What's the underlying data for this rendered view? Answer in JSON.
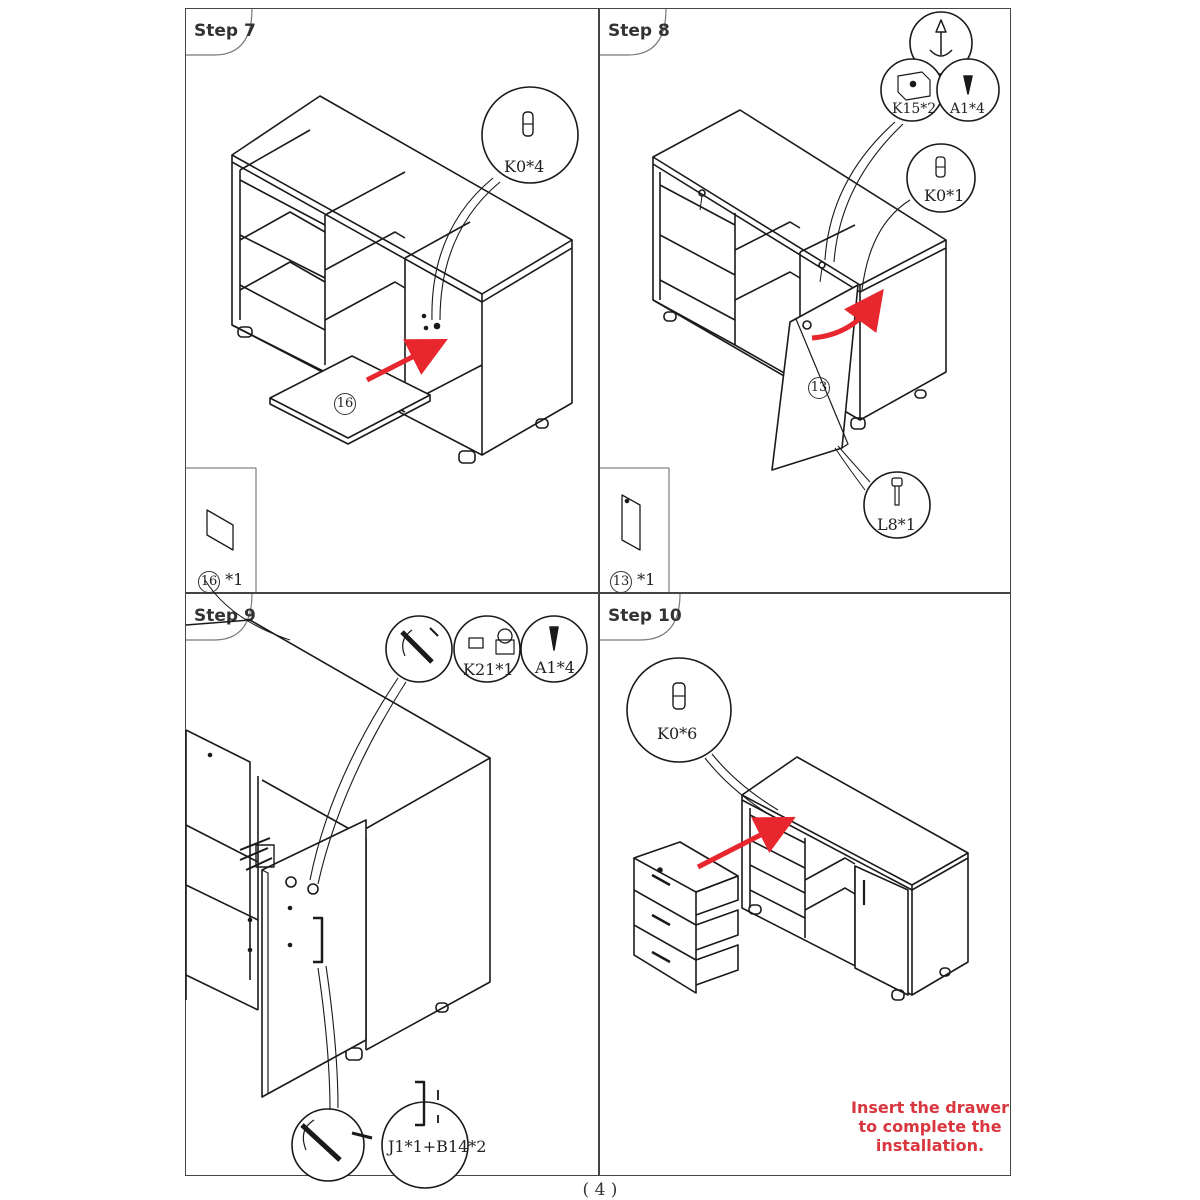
{
  "steps": [
    {
      "label": "Step 7"
    },
    {
      "label": "Step 8"
    },
    {
      "label": "Step 9"
    },
    {
      "label": "Step 10"
    }
  ],
  "step7": {
    "callout_k0": "K0*4",
    "panel_num": "16",
    "part_caption_num": "16",
    "part_caption_qty": "*1"
  },
  "step8": {
    "callout_k15": "K15*2",
    "callout_a1": "A1*4",
    "callout_k0": "K0*1",
    "callout_l8": "L8*1",
    "door_num": "13",
    "part_caption_num": "13",
    "part_caption_qty": "*1"
  },
  "step9": {
    "callout_k21": "K21*1",
    "callout_a1": "A1*4",
    "callout_j1": "J1*1+B14*2"
  },
  "step10": {
    "callout_k0": "K0*6",
    "note_line1": "Insert the drawer",
    "note_line2": "to complete the",
    "note_line3": "installation."
  },
  "page": {
    "number": "( 4 )"
  },
  "colors": {
    "arrow_red": "#e8262e",
    "note_red": "#d9363e",
    "line": "#1a1a1a"
  }
}
